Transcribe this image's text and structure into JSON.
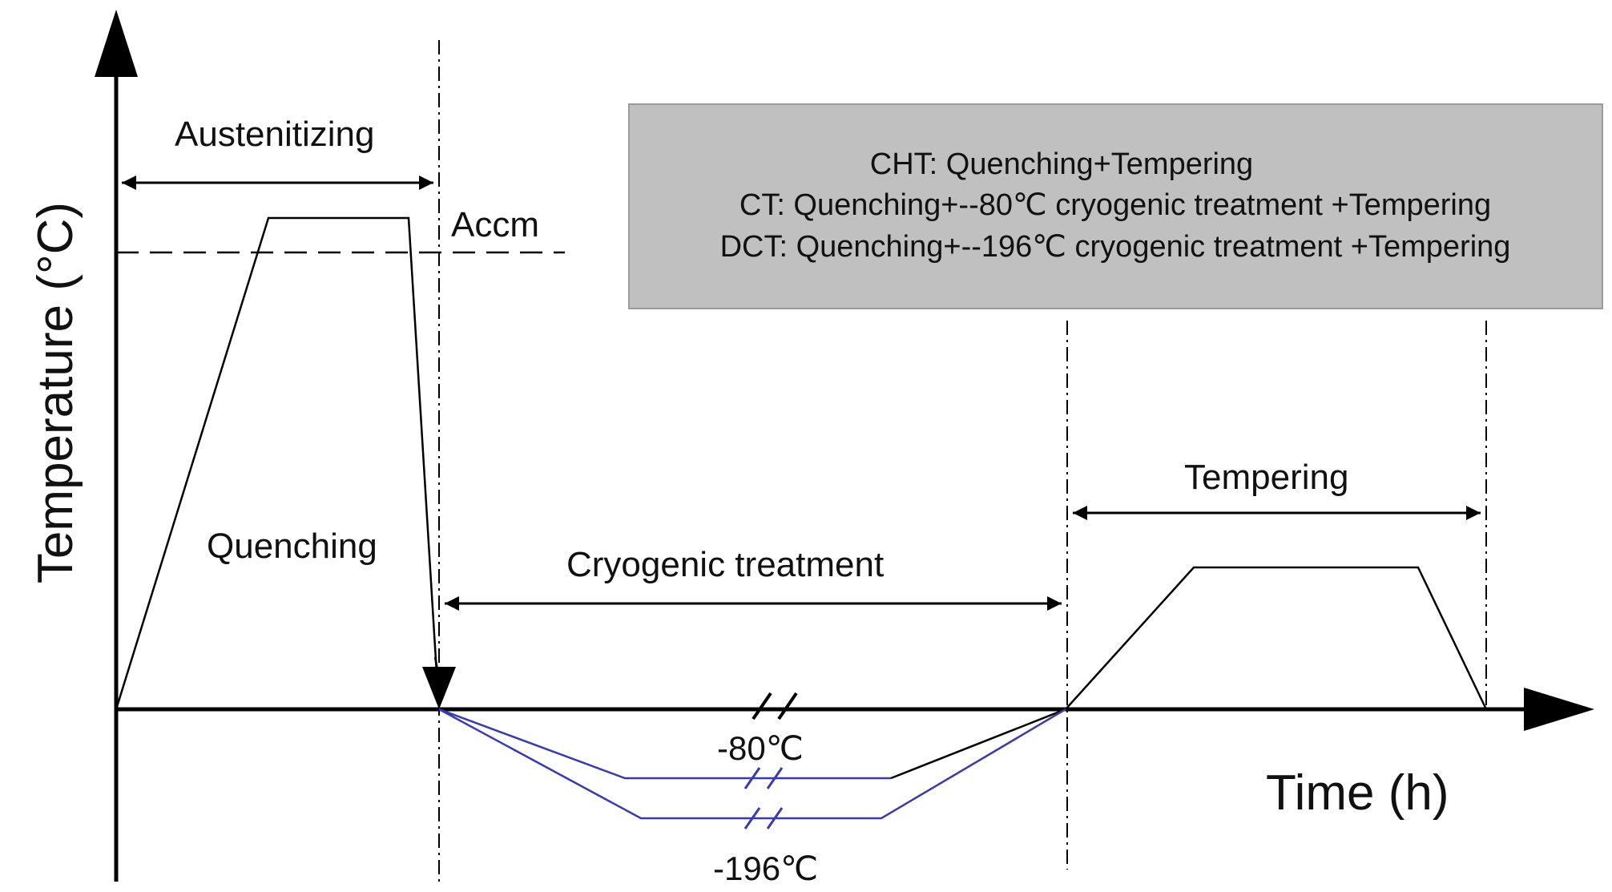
{
  "axes": {
    "y_label": "Temperature (°C)",
    "x_label": "Time (h)"
  },
  "labels": {
    "austenitizing": "Austenitizing",
    "accm": "Accm",
    "quenching": "Quenching",
    "cryogenic_treatment": "Cryogenic treatment",
    "tempering": "Tempering",
    "minus80": "-80℃",
    "minus196": "-196℃"
  },
  "legend": {
    "lines": [
      "CHT: Quenching+Tempering",
      "CT: Quenching+--80℃ cryogenic treatment +Tempering",
      "DCT: Quenching+--196℃ cryogenic treatment +Tempering"
    ]
  },
  "colors": {
    "profile_line": "#000000",
    "cryogenic_line": "#3a3ab0",
    "legend_background": "#c0c0c0",
    "legend_border": "#9a9a9a"
  }
}
